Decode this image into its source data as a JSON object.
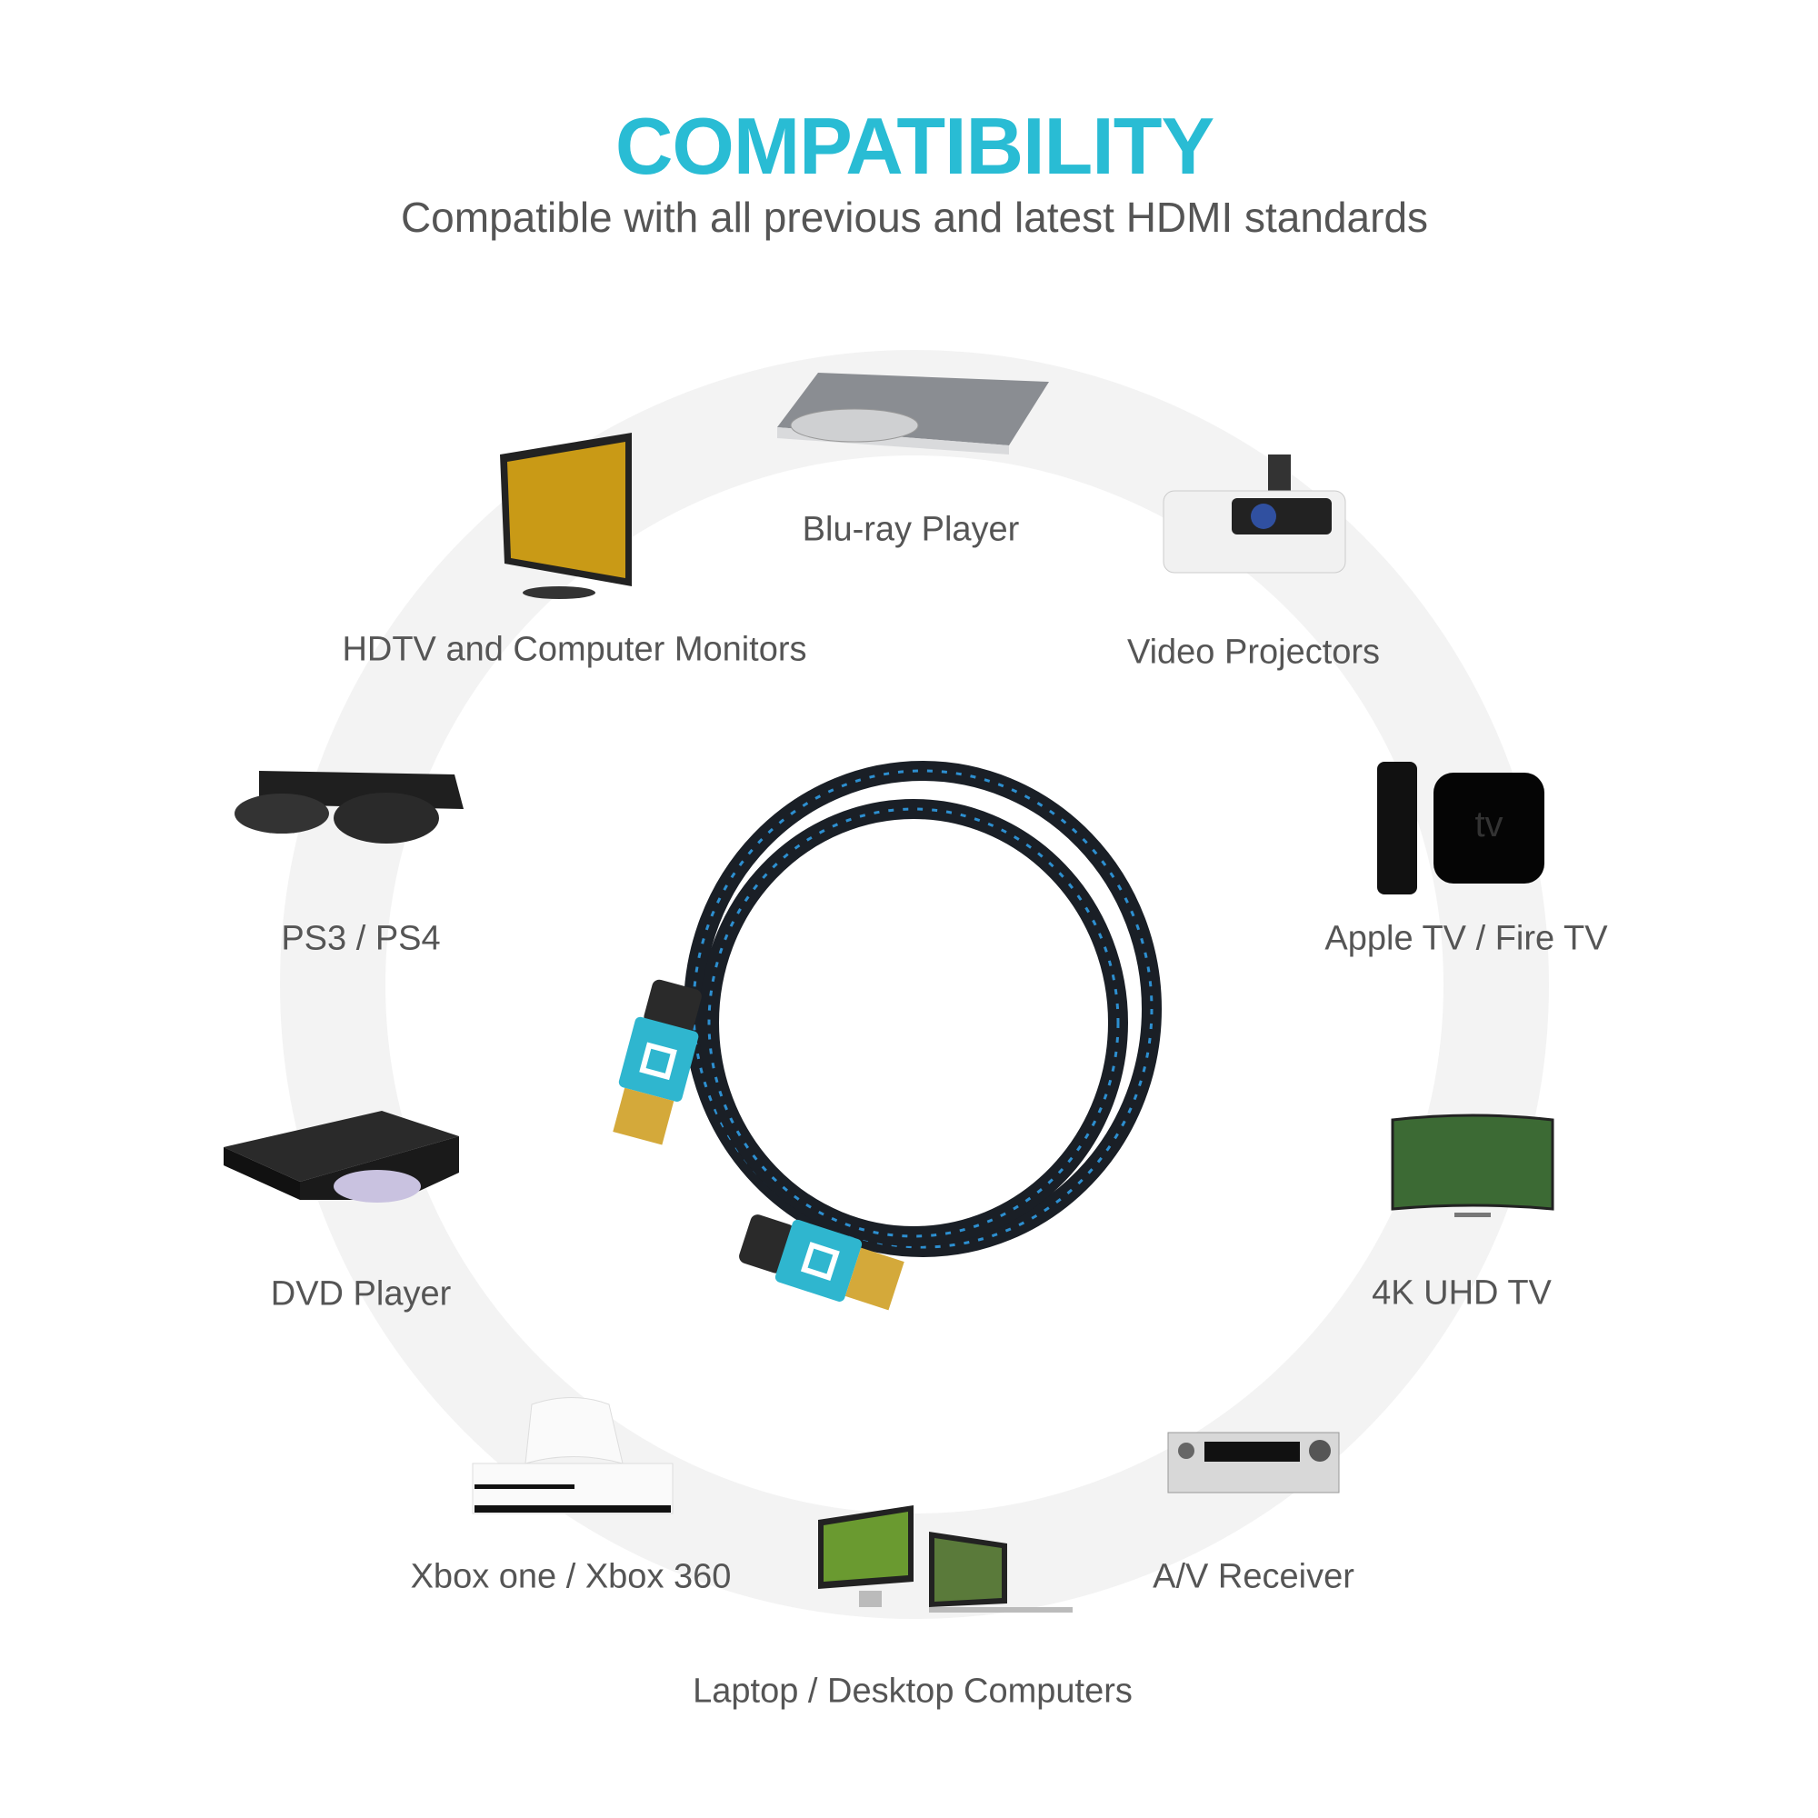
{
  "header": {
    "title": "COMPATIBILITY",
    "subtitle": "Compatible with all previous and latest HDMI standards"
  },
  "colors": {
    "accent": "#29bcd4",
    "text": "#555555",
    "ring": "#f3f3f3",
    "cable": "#1a1f26",
    "cable_weave": "#2d8fd0"
  },
  "devices": [
    {
      "label": "Blu-ray Player",
      "icon": "bluray-player-icon"
    },
    {
      "label": "HDTV and Computer Monitors",
      "icon": "monitor-icon"
    },
    {
      "label": "Video Projectors",
      "icon": "projector-icon"
    },
    {
      "label": "PS3 / PS4",
      "icon": "playstation-icon"
    },
    {
      "label": "Apple TV / Fire TV",
      "icon": "apple-tv-icon",
      "icon_text": "tv"
    },
    {
      "label": "DVD Player",
      "icon": "dvd-player-icon"
    },
    {
      "label": "4K UHD TV",
      "icon": "uhd-tv-icon"
    },
    {
      "label": "Xbox one / Xbox 360",
      "icon": "xbox-icon"
    },
    {
      "label": "A/V Receiver",
      "icon": "av-receiver-icon"
    },
    {
      "label": "Laptop / Desktop Computers",
      "icon": "computers-icon"
    }
  ]
}
